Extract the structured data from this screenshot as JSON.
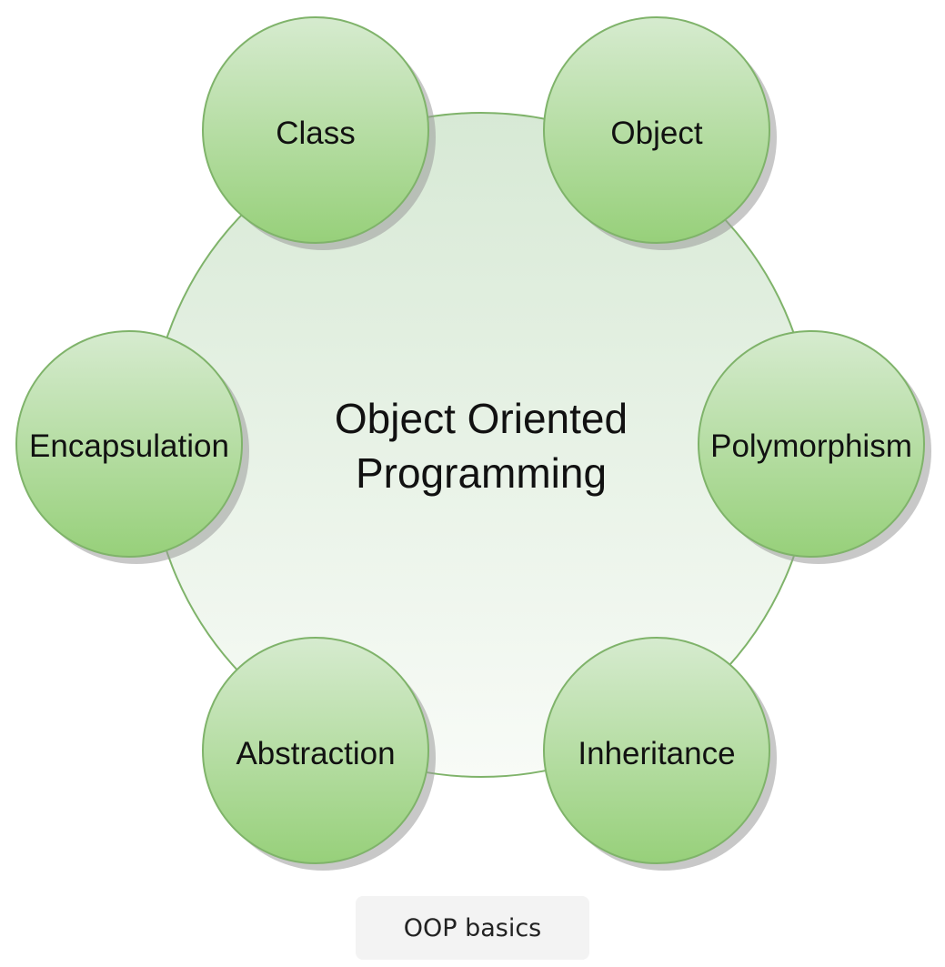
{
  "diagram": {
    "center": {
      "line1": "Object Oriented",
      "line2": "Programming"
    },
    "nodes": [
      {
        "id": "class",
        "label": "Class"
      },
      {
        "id": "object",
        "label": "Object"
      },
      {
        "id": "polymorphism",
        "label": "Polymorphism"
      },
      {
        "id": "inheritance",
        "label": "Inheritance"
      },
      {
        "id": "abstraction",
        "label": "Abstraction"
      },
      {
        "id": "encapsulation",
        "label": "Encapsulation"
      }
    ],
    "colors": {
      "node_fill_top": "#d6ebcf",
      "node_fill_bottom": "#97d07a",
      "node_stroke": "#7fb36a",
      "center_fill_top": "#d7e9d5",
      "center_fill_bottom": "#f8fbf7",
      "shadow": "#9a9a9a"
    }
  },
  "caption": {
    "text": "OOP basics"
  }
}
